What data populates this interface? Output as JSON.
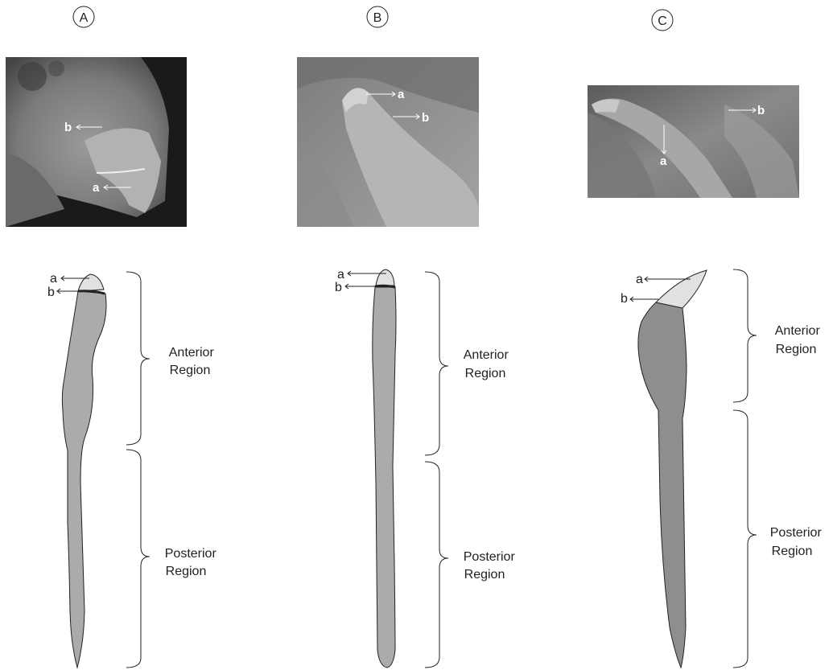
{
  "panels": [
    {
      "letter": "A",
      "photo_labels": {
        "a": "a",
        "b": "b"
      },
      "diagram_labels": {
        "a": "a",
        "b": "b"
      },
      "anterior": [
        "Anterior",
        "Region"
      ],
      "posterior": [
        "Posterior",
        "Region"
      ]
    },
    {
      "letter": "B",
      "photo_labels": {
        "a": "a",
        "b": "b"
      },
      "diagram_labels": {
        "a": "a",
        "b": "b"
      },
      "anterior": [
        "Anterior",
        "Region"
      ],
      "posterior": [
        "Posterior",
        "Region"
      ]
    },
    {
      "letter": "C",
      "photo_labels": {
        "a": "a",
        "b": "b"
      },
      "diagram_labels": {
        "a": "a",
        "b": "b"
      },
      "anterior": [
        "Anterior",
        "Region"
      ],
      "posterior": [
        "Posterior",
        "Region"
      ]
    }
  ],
  "colors": {
    "body_light_gray": "#ababab",
    "body_dark_gray": "#8e8e8e",
    "tip": "#e1e1e1",
    "outline": "#222222"
  }
}
